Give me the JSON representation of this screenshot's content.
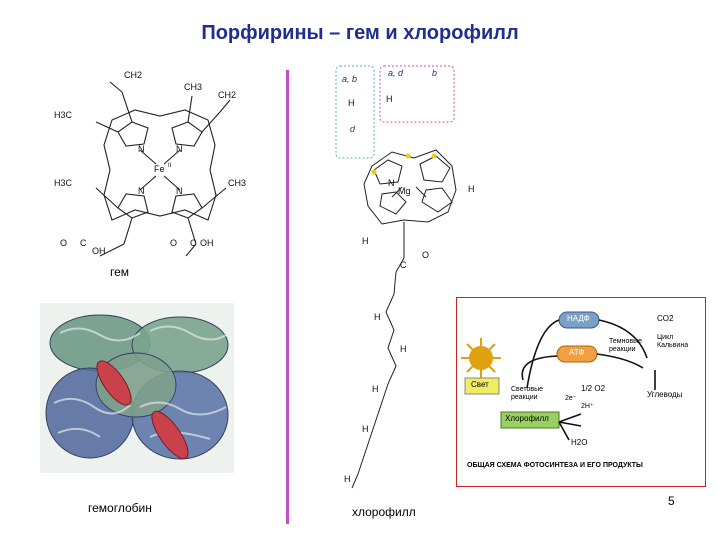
{
  "slide": {
    "title": "Порфирины – гем и хлорофилл",
    "page_number": "5"
  },
  "heme": {
    "caption": "гем",
    "atoms": {
      "ch2_top": "CH2",
      "ch3_top": "CH3",
      "ch2_right": "CH2",
      "h3c_left": "H3C",
      "h3c_left2": "H3C",
      "ch3_right": "CH3",
      "n1": "N",
      "n2": "N",
      "n3": "N",
      "n4": "N",
      "fe": "Fe",
      "fe_ox": "II",
      "o_left": "O",
      "oh_left": "OH",
      "o_right": "O",
      "oh_right": "OH",
      "c_left": "C",
      "c_right": "C"
    }
  },
  "hemoglobin": {
    "caption": "гемоглобин"
  },
  "chlorophyll": {
    "caption": "хлорофилл",
    "boxes": {
      "ab": "a, b",
      "d": "d",
      "ad": "a, d",
      "b": "b"
    },
    "atoms": {
      "mg": "Mg",
      "n": "N",
      "o": "O",
      "h": "H",
      "c": "C"
    }
  },
  "photosynthesis": {
    "nadph": "НАДФ",
    "atp": "АТФ",
    "co2": "CO2",
    "dark_reactions": "Темновые реакции",
    "calvin_cycle": "Цикл Кальвина",
    "light": "Свет",
    "light_reactions": "Световые реакции",
    "electrons": "2e⁻",
    "o2_half": "1/2 O2",
    "protons": "2H⁺",
    "chlorophyll": "Хлорофилл",
    "carbohydrates": "Углеводы",
    "water": "H2O",
    "caption": "ОБЩАЯ СХЕМА ФОТОСИНТЕЗА И ЕГО ПРОДУКТЫ",
    "colors": {
      "frame": "#cc2222",
      "sun": "#e0a010",
      "nadph_box": "#7aa0c8",
      "atp_box": "#f0a040",
      "chlorophyll_box": "#9ad060",
      "light_box": "#f2ec60"
    }
  }
}
